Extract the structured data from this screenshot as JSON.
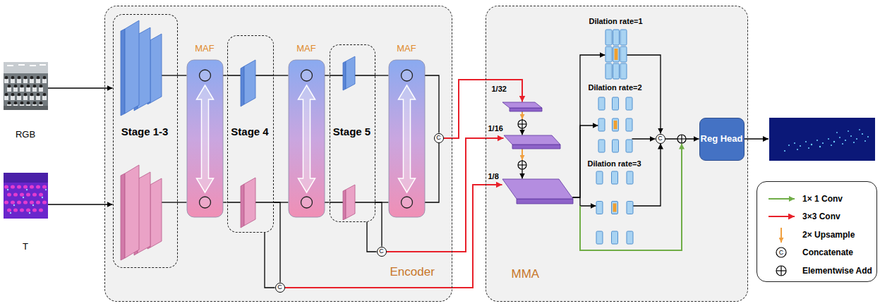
{
  "diagram": {
    "nodes": [
      {
        "text": [
          "RGB"
        ]
      },
      {
        "text": [
          "T"
        ]
      },
      {
        "text": [
          "Encoder"
        ]
      },
      {
        "text": [
          "Stage 1-3"
        ],
        "in": 2
      },
      {
        "text": [
          "MAF"
        ],
        "in": 2
      },
      {
        "text": [
          "Stage 4"
        ],
        "in": 2
      },
      {
        "text": [
          "MAF"
        ],
        "in": 2
      },
      {
        "text": [
          "Stage 5"
        ],
        "in": 2
      },
      {
        "text": [
          "MAF"
        ],
        "in": 2
      },
      {
        "text": [
          "C"
        ],
        "in": 2
      },
      {
        "text": [
          "C"
        ],
        "in": 2
      },
      {
        "text": [
          "C"
        ],
        "in": 2
      },
      {
        "text": [
          "MMA"
        ]
      },
      {
        "text": [
          "1/32"
        ],
        "in": 12
      },
      {
        "text": [
          "1/16"
        ],
        "in": 12
      },
      {
        "text": [
          "1/8"
        ],
        "in": 12
      },
      {
        "text": [
          "Dilation rate=1"
        ],
        "in": 12
      },
      {
        "text": [
          "Dilation rate=2"
        ],
        "in": 12
      },
      {
        "text": [
          "Dilation rate=3"
        ],
        "in": 12
      },
      {
        "text": [
          "C"
        ],
        "in": 12
      },
      {
        "text": [
          "Reg Head"
        ],
        "in": 12
      }
    ],
    "edges": [
      {
        "from": 0,
        "to": 3,
        "arrow": "to"
      },
      {
        "from": 1,
        "to": 3,
        "arrow": "to"
      },
      {
        "from": 3,
        "to": 4,
        "arrow": "none"
      },
      {
        "from": 3,
        "to": 4,
        "arrow": "none"
      },
      {
        "from": 4,
        "to": 5,
        "arrow": "none"
      },
      {
        "from": 4,
        "to": 5,
        "arrow": "none"
      },
      {
        "from": 5,
        "to": 6,
        "arrow": "none"
      },
      {
        "from": 5,
        "to": 6,
        "arrow": "none"
      },
      {
        "from": 6,
        "to": 7,
        "arrow": "none"
      },
      {
        "from": 6,
        "to": 7,
        "arrow": "none"
      },
      {
        "from": 7,
        "to": 8,
        "arrow": "none"
      },
      {
        "from": 7,
        "to": 8,
        "arrow": "none"
      },
      {
        "from": 8,
        "to": 9,
        "arrow": "none"
      },
      {
        "from": 8,
        "to": 9,
        "arrow": "none"
      },
      {
        "from": 7,
        "to": 10,
        "arrow": "none"
      },
      {
        "from": 7,
        "to": 10,
        "arrow": "none"
      },
      {
        "from": 5,
        "to": 11,
        "arrow": "none"
      },
      {
        "from": 5,
        "to": 11,
        "arrow": "none"
      },
      {
        "from": 9,
        "to": 13,
        "arrow": "to"
      },
      {
        "from": 10,
        "to": 14,
        "arrow": "to"
      },
      {
        "from": 11,
        "to": 15,
        "arrow": "to"
      },
      {
        "from": 13,
        "to": 14,
        "arrow": "to"
      },
      {
        "from": 14,
        "to": 15,
        "arrow": "to"
      },
      {
        "from": 15,
        "to": 16,
        "arrow": "to"
      },
      {
        "from": 15,
        "to": 17,
        "arrow": "to"
      },
      {
        "from": 15,
        "to": 18,
        "arrow": "to"
      },
      {
        "from": 16,
        "to": 19,
        "arrow": "to"
      },
      {
        "from": 17,
        "to": 19,
        "arrow": "to"
      },
      {
        "from": 18,
        "to": 19,
        "arrow": "to"
      },
      {
        "from": 19,
        "to": 20,
        "arrow": "to"
      }
    ],
    "labels": [
      "C"
    ],
    "legend": [
      {
        "text": "1× 1 Conv"
      },
      {
        "text": "3×3 Conv"
      },
      {
        "text": "2× Upsample"
      },
      {
        "text": "Concatenate"
      },
      {
        "text": "Elementwise Add"
      }
    ]
  }
}
